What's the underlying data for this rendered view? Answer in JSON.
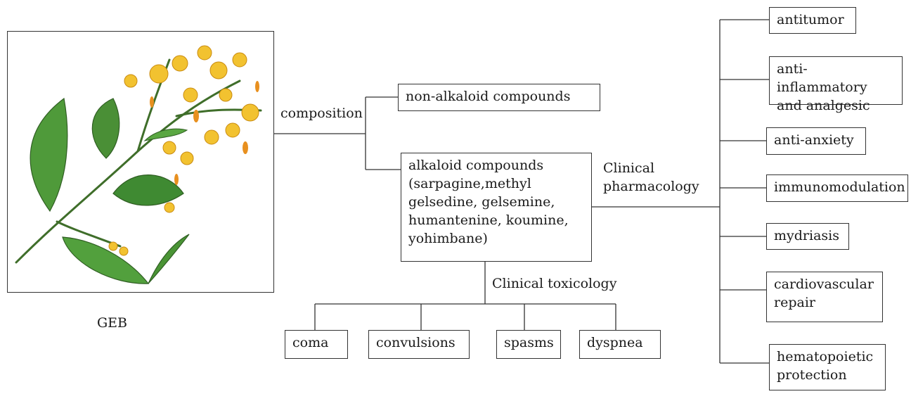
{
  "plant": {
    "caption": "GEB"
  },
  "branch_labels": {
    "composition": "composition",
    "clinical_pharmacology": "Clinical\npharmacology",
    "clinical_toxicology": "Clinical toxicology"
  },
  "composition": {
    "non_alkaloid": "non-alkaloid compounds",
    "alkaloid": "alkaloid compounds\n(sarpagine,methyl\ngelsedine, gelsemine,\nhumantenine, koumine,\nyohimbane)"
  },
  "toxicology": [
    "coma",
    "convulsions",
    "spasms",
    "dyspnea"
  ],
  "pharmacology": [
    "antitumor",
    "anti-inflammatory\nand analgesic",
    "anti-anxiety",
    "immunomodulation",
    "mydriasis",
    "cardiovascular\nrepair",
    "hematopoietic\nprotection"
  ]
}
